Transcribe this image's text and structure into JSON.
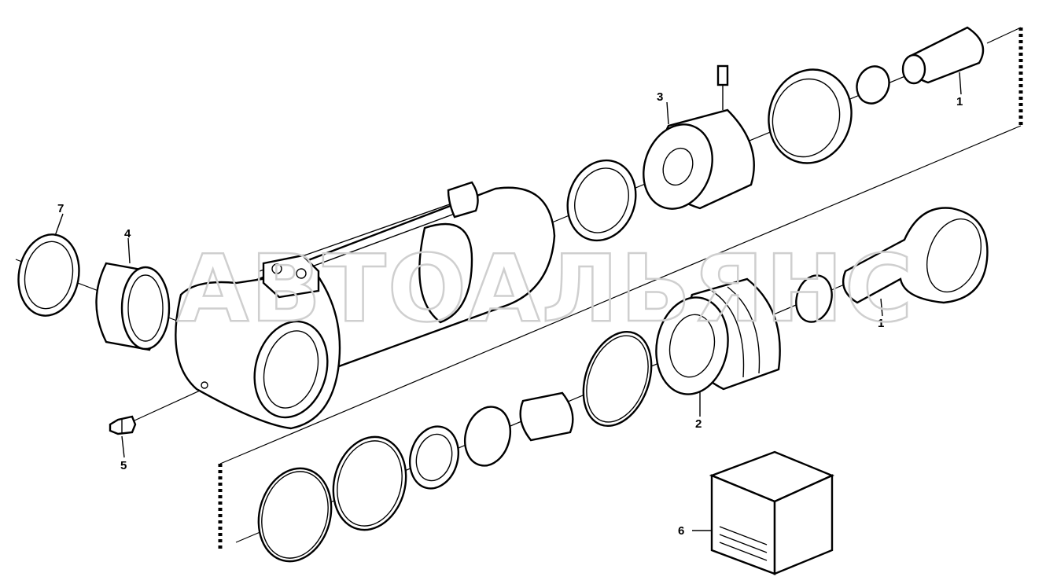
{
  "watermark": "АВТОАЛЬЯНС",
  "callouts": [
    {
      "id": "1a",
      "label": "1"
    },
    {
      "id": "1b",
      "label": "1"
    },
    {
      "id": "2",
      "label": "2"
    },
    {
      "id": "3",
      "label": "3"
    },
    {
      "id": "4",
      "label": "4"
    },
    {
      "id": "5",
      "label": "5"
    },
    {
      "id": "6",
      "label": "6"
    },
    {
      "id": "7",
      "label": "7"
    }
  ]
}
